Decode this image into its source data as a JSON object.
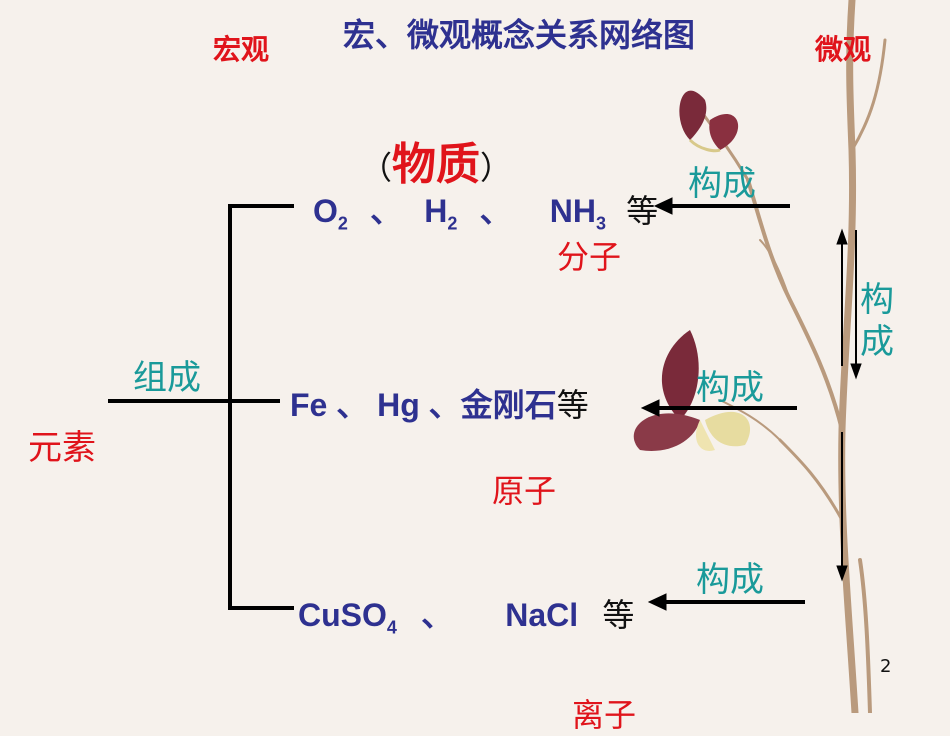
{
  "title": "宏、微观概念关系网络图",
  "macro_label": "宏观",
  "micro_label": "微观",
  "substance_label": "物质",
  "paren_open": "（",
  "paren_close": "）",
  "element_label": "元素",
  "compose_label": "组成",
  "molecule_row": {
    "o2": "O",
    "o2_sub": "2",
    "sep1": "、",
    "h2": "H",
    "h2_sub": "2",
    "sep2": "、",
    "nh3": "NH",
    "nh3_sub": "3",
    "etc": "等"
  },
  "atom_row": {
    "text": "Fe 、 Hg 、金刚石",
    "etc": "等"
  },
  "ion_row": {
    "cuso4": "CuSO",
    "cuso4_sub": "4",
    "sep": "、",
    "nacl": "NaCl",
    "etc": "等"
  },
  "molecule_label": "分子",
  "atom_label": "原子",
  "ion_label": "离子",
  "constitute_label": "构成",
  "constitute_v1": "构",
  "constitute_v2": "成",
  "page_number": "2",
  "colors": {
    "red": "#e0141b",
    "navy": "#2e3190",
    "teal": "#1a9a9a",
    "background": "#f6f1ec"
  }
}
